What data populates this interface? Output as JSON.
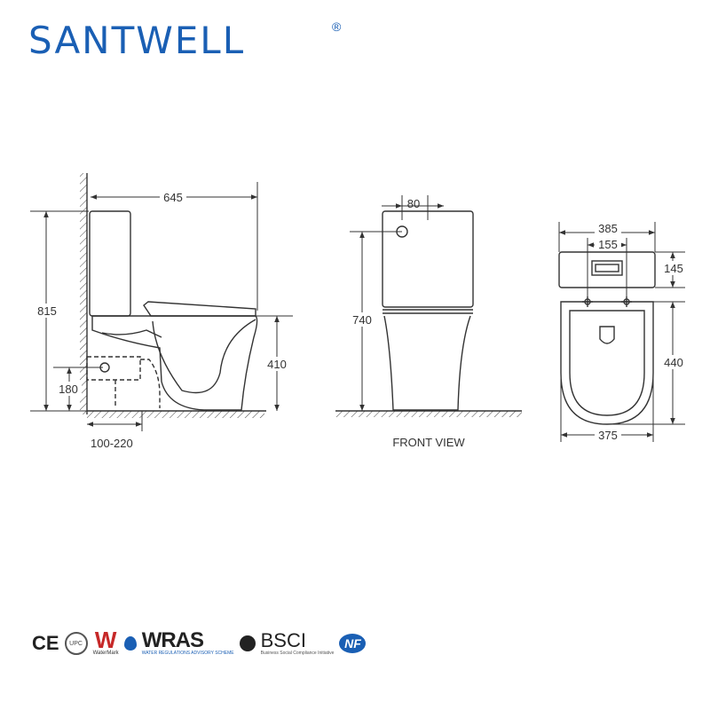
{
  "brand": {
    "name": "SANTWELL",
    "registered": "®",
    "color": "#1a5fb4"
  },
  "side_view": {
    "dims": {
      "overall_length": "645",
      "overall_height": "815",
      "outlet_height": "180",
      "seat_height": "410",
      "roughin": "100-220"
    }
  },
  "front_view": {
    "label": "FRONT VIEW",
    "dims": {
      "button_offset": "80",
      "height": "740"
    }
  },
  "top_view": {
    "dims": {
      "tank_width": "385",
      "hole_spacing": "155",
      "tank_depth": "145",
      "bowl_depth": "440",
      "bowl_width": "375"
    }
  },
  "certifications": {
    "ce": "CE",
    "upc": "UPC",
    "watermark": "W",
    "watermark_sub": "WaterMark",
    "wras": "WRAS",
    "wras_sub": "WATER REGULATIONS ADVISORY SCHEME",
    "bsci": "BSCI",
    "bsci_sub": "Business Social Compliance Initiative",
    "nf": "NF"
  }
}
